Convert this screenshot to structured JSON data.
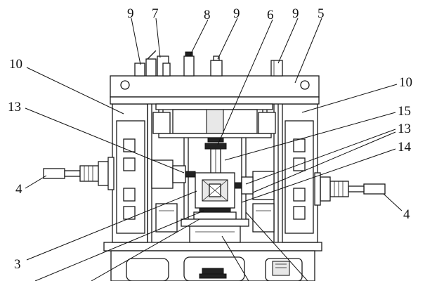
{
  "labels": {
    "l9a": "9",
    "l7": "7",
    "l8": "8",
    "l9b": "9",
    "l6": "6",
    "l9c": "9",
    "l5": "5",
    "l10a": "10",
    "l10b": "10",
    "l13a": "13",
    "l15": "15",
    "l13b": "13",
    "l14": "14",
    "l4a": "4",
    "l4b": "4",
    "l3": "3"
  }
}
